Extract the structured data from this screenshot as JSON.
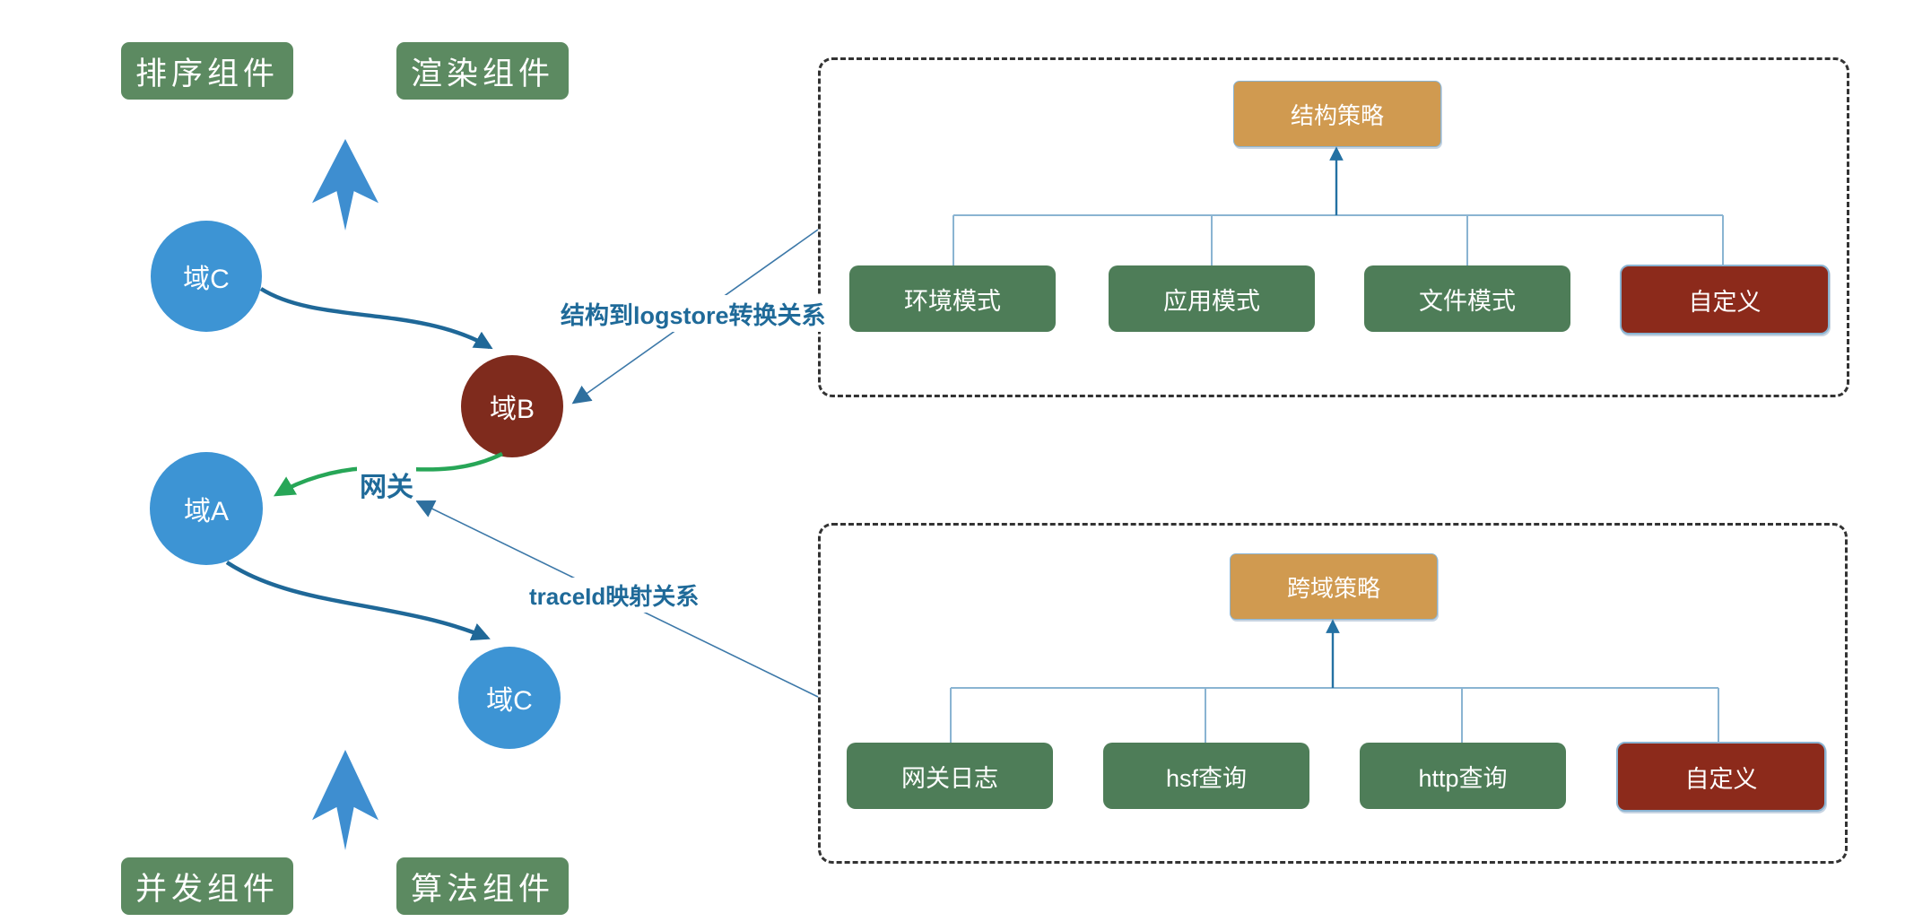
{
  "colors": {
    "component_box_green": "#5c8a61",
    "tree_node_green": "#4e7d58",
    "node_blue": "#3d94d4",
    "node_dark_red": "#7f2b1d",
    "custom_node_red": "#8c2a1b",
    "strategy_root_orange": "#d09a50",
    "edge_label_blue": "#1f6a99",
    "arrow_blue": "#1f6898",
    "arrow_green": "#27a657",
    "thin_line_blue": "#3c78a8",
    "tree_connector_blue": "#8ab4d2",
    "tree_arrowhead_blue": "#2471a3",
    "dashed_border": "#333333",
    "chevron_blue": "#3e8ed0"
  },
  "component_boxes": [
    {
      "id": "sort",
      "label": "排序组件"
    },
    {
      "id": "render",
      "label": "渲染组件"
    },
    {
      "id": "concurrency",
      "label": "并发组件"
    },
    {
      "id": "algorithm",
      "label": "算法组件"
    }
  ],
  "domain_nodes": [
    {
      "id": "domain-c-top",
      "label": "域C"
    },
    {
      "id": "domain-b",
      "label": "域B"
    },
    {
      "id": "domain-a",
      "label": "域A"
    },
    {
      "id": "domain-c-bottom",
      "label": "域C"
    }
  ],
  "edge_labels": [
    {
      "id": "structure-to-logstore",
      "label": "结构到logstore转换关系"
    },
    {
      "id": "gateway",
      "label": "网关"
    },
    {
      "id": "traceid-mapping",
      "label": "traceId映射关系"
    }
  ],
  "strategy_trees": [
    {
      "root": "结构策略",
      "children": [
        "环境模式",
        "应用模式",
        "文件模式",
        "自定义"
      ]
    },
    {
      "root": "跨域策略",
      "children": [
        "网关日志",
        "hsf查询",
        "http查询",
        "自定义"
      ]
    }
  ]
}
